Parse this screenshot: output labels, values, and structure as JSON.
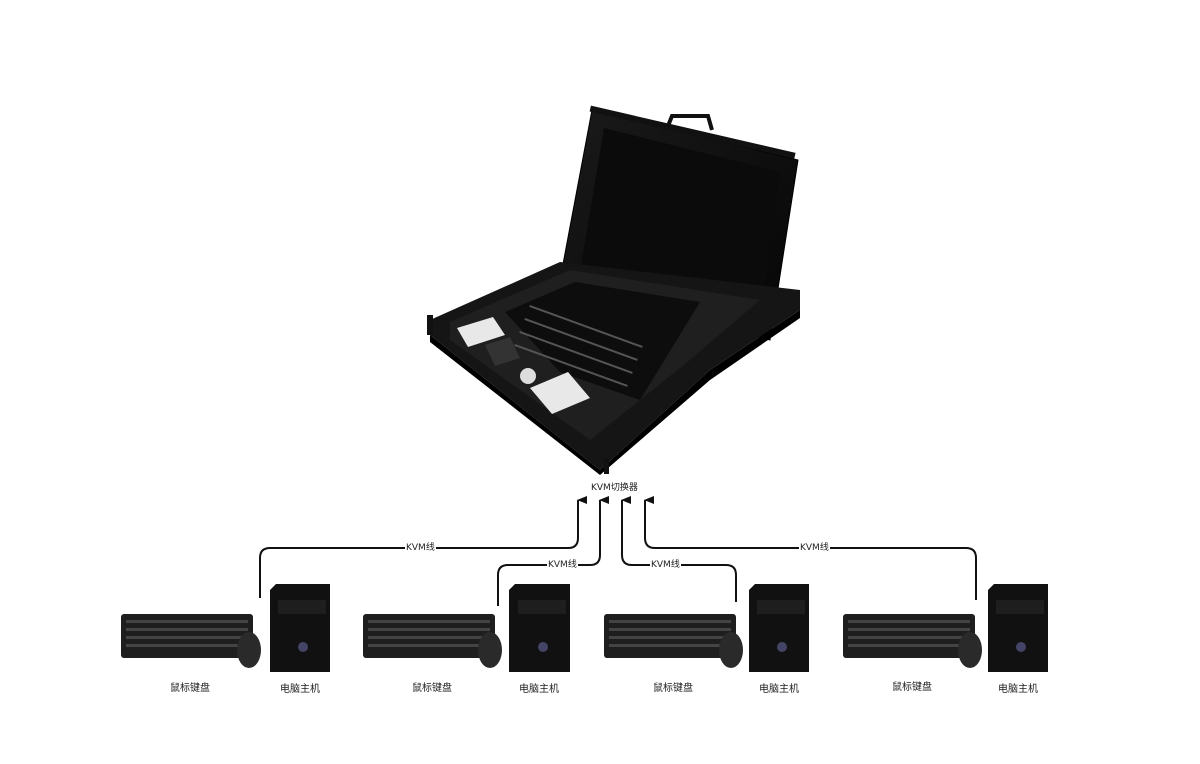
{
  "switch": {
    "label": "KVM切换器"
  },
  "cable_label": "KVM线",
  "stations": [
    {
      "keyboard_label": "鼠标键盘",
      "pc_label": "电脑主机",
      "cable_label": "KVM线"
    },
    {
      "keyboard_label": "鼠标键盘",
      "pc_label": "电脑主机",
      "cable_label": "KVM线"
    },
    {
      "keyboard_label": "鼠标键盘",
      "pc_label": "电脑主机",
      "cable_label": "KVM线"
    },
    {
      "keyboard_label": "鼠标键盘",
      "pc_label": "电脑主机",
      "cable_label": "KVM线"
    }
  ],
  "colors": {
    "line": "#111111",
    "device": "#161616",
    "background": "#ffffff"
  }
}
